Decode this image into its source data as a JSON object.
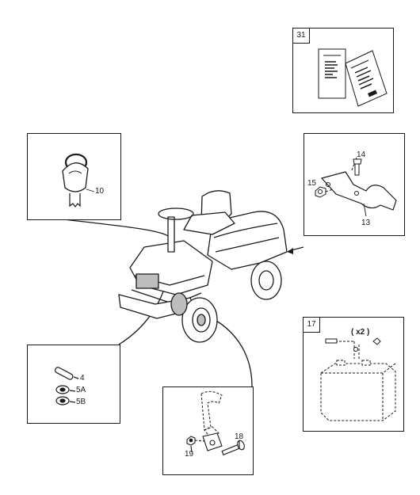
{
  "boxes": {
    "manuals": {
      "number": "31"
    },
    "battery": {
      "number": "17",
      "qty": "( x2 )"
    }
  },
  "labels": {
    "key": "10",
    "bracket_bolt": "14",
    "bracket_nut": "15",
    "bracket": "13",
    "pin": "4",
    "washer_a": "5A",
    "washer_b": "5B",
    "pedal_bolt": "18",
    "pedal_nut": "19"
  },
  "colors": {
    "line": "#1a1a1a",
    "fill": "#ffffff",
    "shade": "#bdbdbd"
  }
}
